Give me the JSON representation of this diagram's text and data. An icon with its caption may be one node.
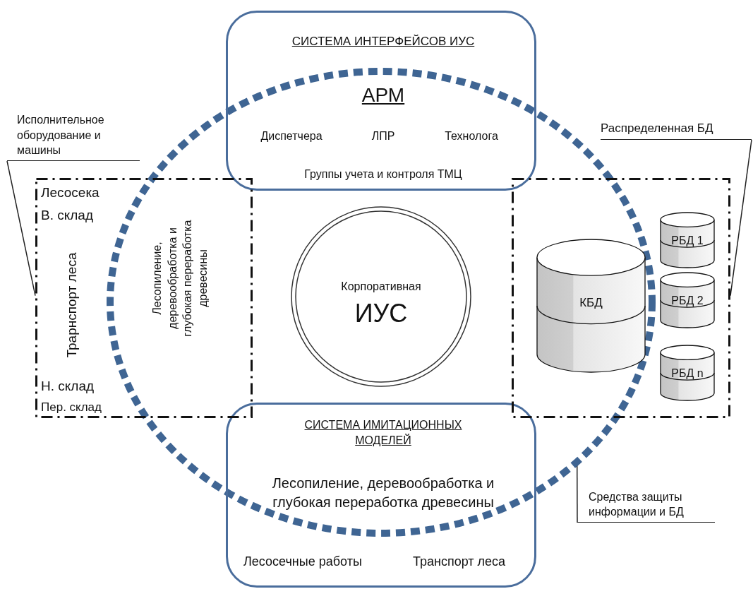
{
  "diagram": {
    "nodes": [
      {
        "text": [
          "СИСТЕМА  ИНТЕРФЕЙСОВ ИУС",
          "АРМ",
          "Диспетчера",
          "ЛПР",
          "Технолога",
          "Группы учета и контроля ТМЦ"
        ]
      },
      {
        "text": [
          "Исполнительное оборудование и машины"
        ]
      },
      {
        "text": [
          "Распределенная БД"
        ]
      },
      {
        "text": [
          "Лесосека",
          "В. склад",
          "Трарнспорт леса",
          "Лесопиление, деревообработка и глубокая переработка древесины",
          "Н. склад",
          "Пер. склад"
        ]
      },
      {
        "text": [
          "Корпоративная",
          "ИУС"
        ],
        "in": 12
      },
      {
        "text": [],
        "shape": "box"
      },
      {
        "text": [
          "КБД"
        ]
      },
      {
        "text": [
          "РБД  1"
        ],
        "in": 5
      },
      {
        "text": [
          "РБД  2"
        ],
        "in": 5
      },
      {
        "text": [
          "РБД  n"
        ],
        "in": 5
      },
      {
        "text": [
          "СИСТЕМА ИМИТАЦИОННЫХ  МОДЕЛЕЙ",
          "Лесопиление, деревообработка и глубокая переработка древесины",
          "Лесосечные работы",
          "Транспорт леса"
        ]
      },
      {
        "text": [
          "Средства защиты информации и БД"
        ]
      },
      {
        "text": [],
        "shape": "circle"
      }
    ],
    "edges": [
      {
        "from": 1,
        "to": 3,
        "arrow": "none"
      },
      {
        "from": 2,
        "to": 5,
        "arrow": "none"
      },
      {
        "from": 11,
        "to": 12,
        "arrow": "none"
      }
    ]
  }
}
